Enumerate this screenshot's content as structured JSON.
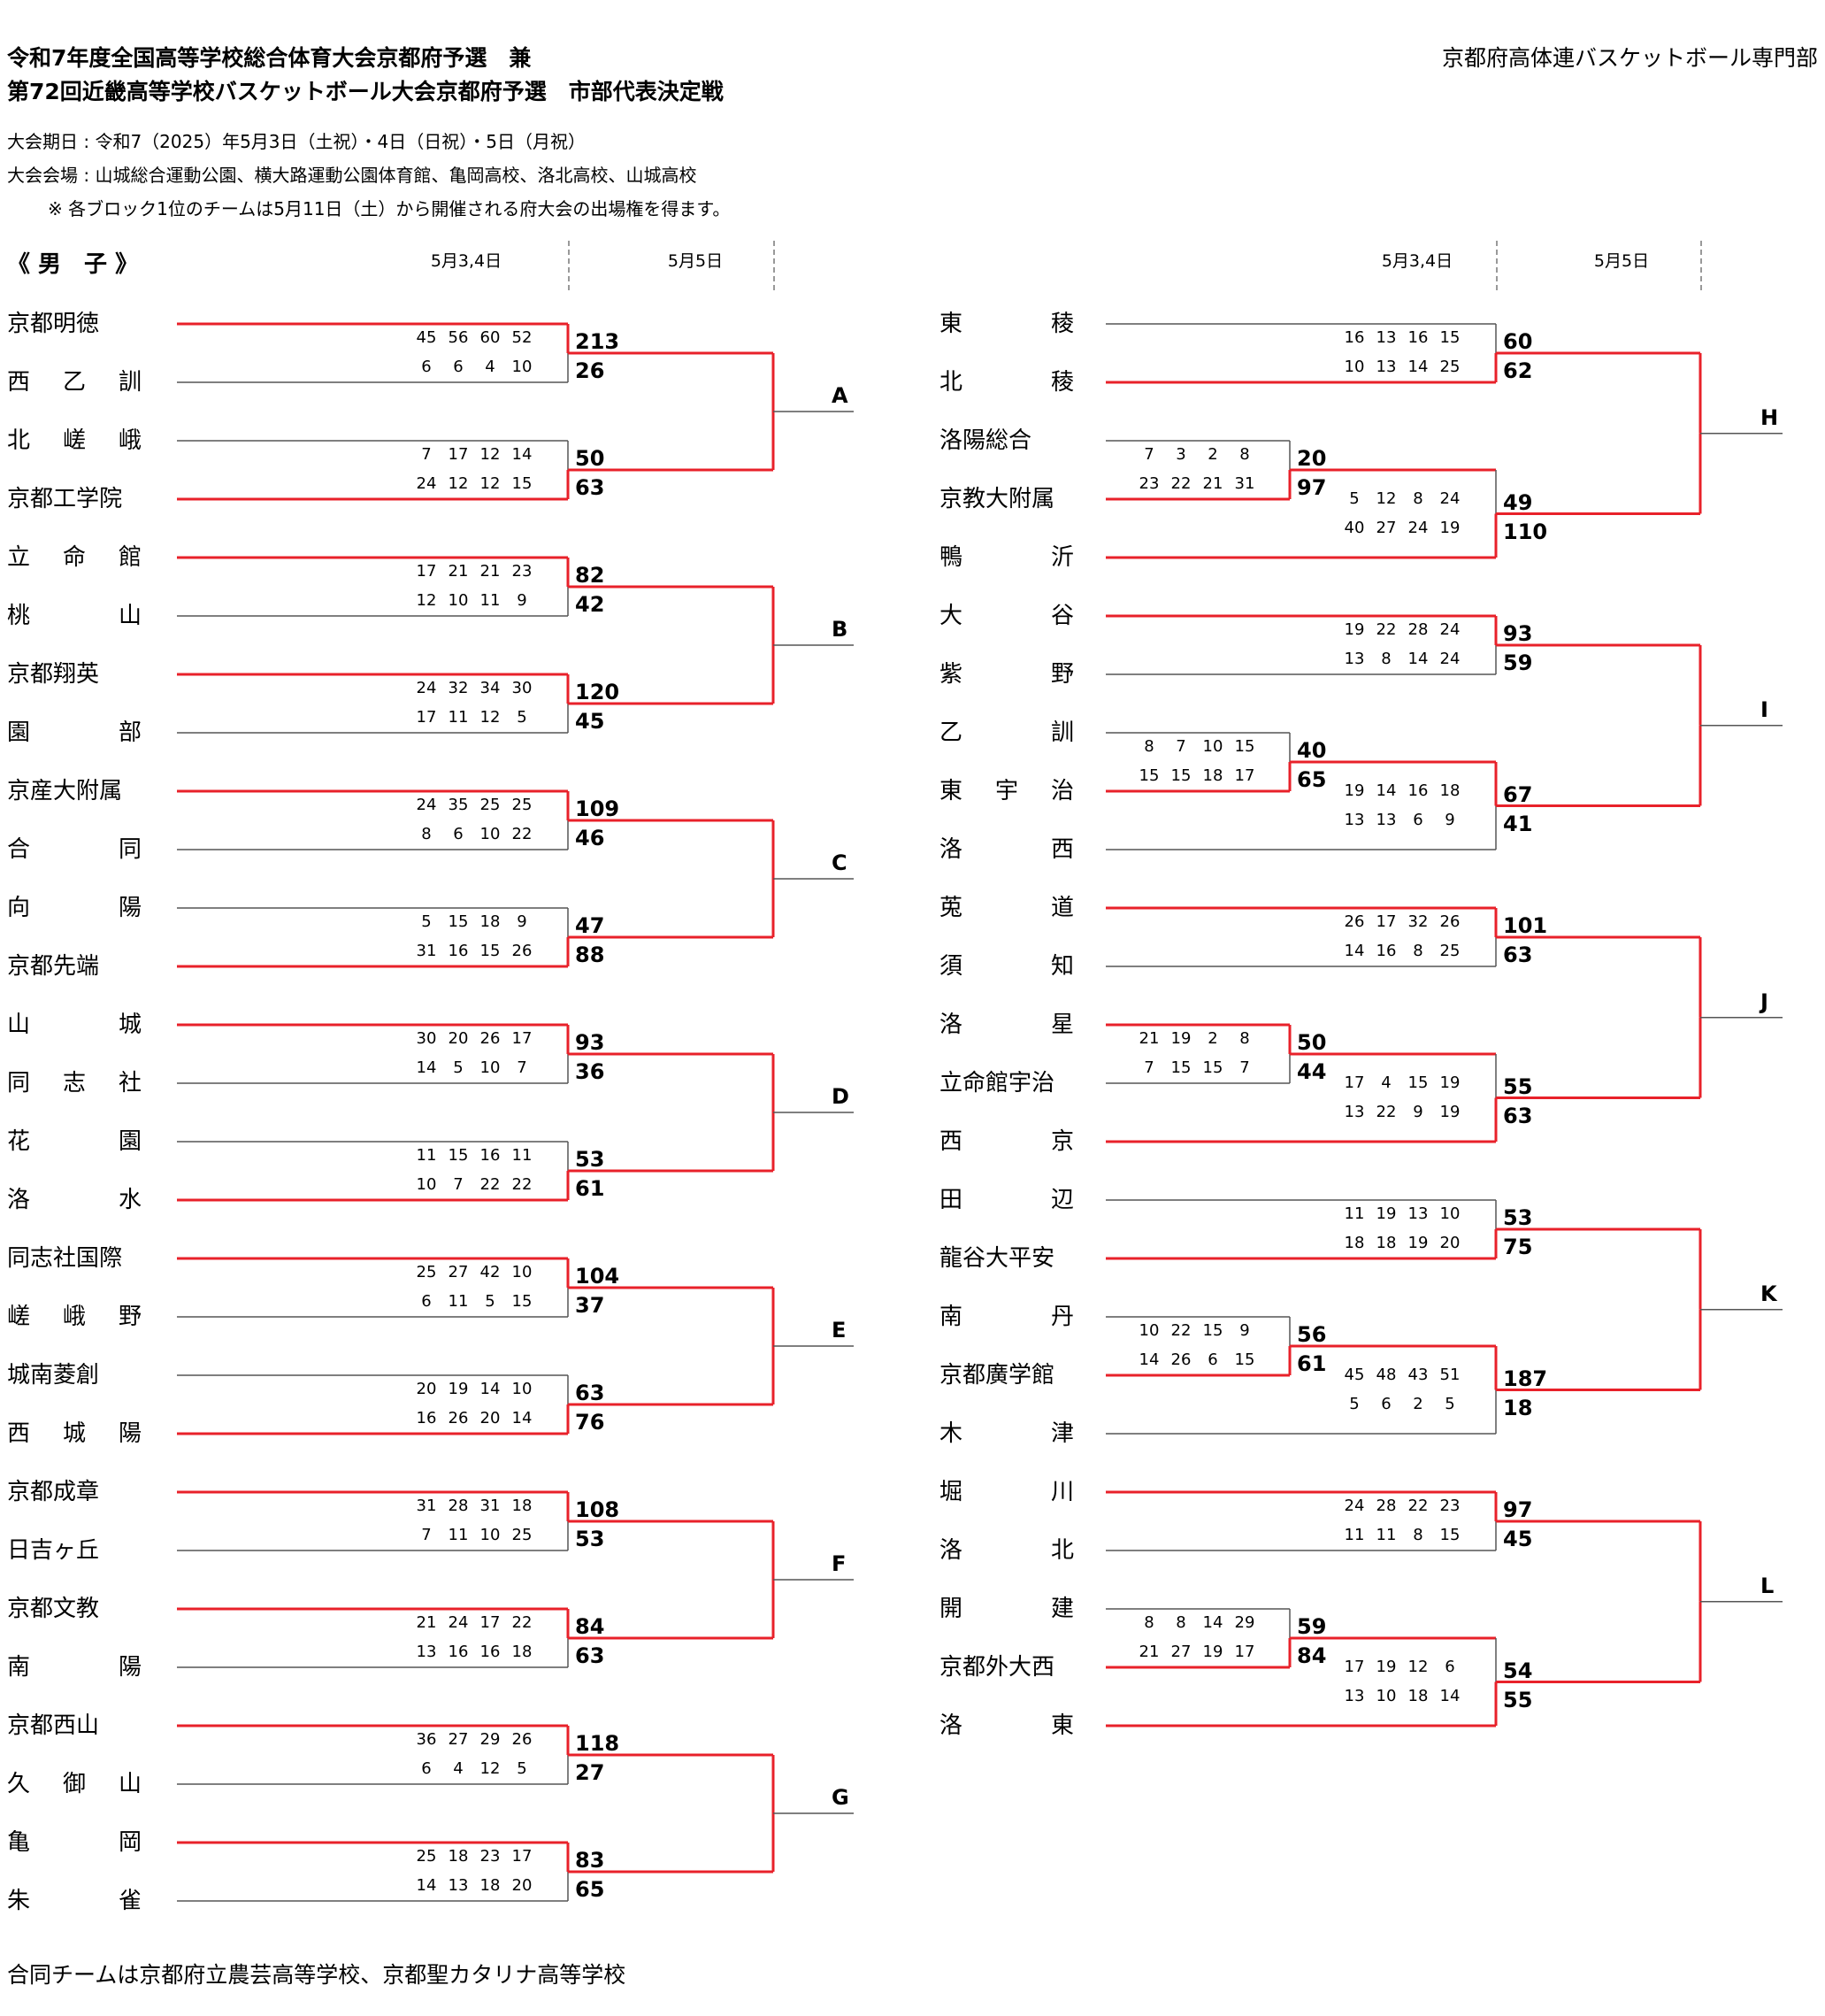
{
  "header": {
    "title1": "令和7年度全国高等学校総合体育大会京都府予選　兼",
    "title2": "第72回近畿高等学校バスケットボール大会京都府予選　市部代表決定戦",
    "org": "京都府高体連バスケットボール専門部",
    "period": "大会期日 : 令和7（2025）年5月3日（土祝）・4日（日祝）・5日（月祝）",
    "venue": "大会会場 : 山城総合運動公園、横大路運動公園体育館、亀岡高校、洛北高校、山城高校",
    "note": "※ 各ブロック1位のチームは5月11日（土）から開催される府大会の出場権を得ます。"
  },
  "section": "《 男　子 》",
  "dates": {
    "d1": "5月3,4日",
    "d2": "5月5日"
  },
  "footer": "合同チームは京都府立農芸高等学校、京都聖カタリナ高等学校",
  "left_teams": [
    "京都明徳",
    "西乙訓",
    "北嵯峨",
    "京都工学院",
    "立命館",
    "桃山",
    "京都翔英",
    "園部",
    "京産大附属",
    "合同",
    "向陽",
    "京都先端",
    "山城",
    "同志社",
    "花園",
    "洛水",
    "同志社国際",
    "嵯峨野",
    "城南菱創",
    "西城陽",
    "京都成章",
    "日吉ヶ丘",
    "京都文教",
    "南陽",
    "京都西山",
    "久御山",
    "亀岡",
    "朱雀"
  ],
  "right_teams": [
    "東稜",
    "北稜",
    "洛陽総合",
    "京教大附属",
    "鴨沂",
    "大谷",
    "紫野",
    "乙訓",
    "東宇治",
    "洛西",
    "莵道",
    "須知",
    "洛星",
    "立命館宇治",
    "西京",
    "田辺",
    "龍谷大平安",
    "南丹",
    "京都廣学館",
    "木津",
    "堀川",
    "洛北",
    "開建",
    "京都外大西",
    "洛東"
  ],
  "left_blocks": [
    {
      "label": "A",
      "g1": {
        "q": [
          [
            "45",
            "56",
            "60",
            "52"
          ],
          [
            "6",
            "6",
            "4",
            "10"
          ]
        ],
        "t": [
          "213",
          "26"
        ]
      },
      "g2": {
        "q": [
          [
            "7",
            "17",
            "12",
            "14"
          ],
          [
            "24",
            "12",
            "12",
            "15"
          ]
        ],
        "t": [
          "50",
          "63"
        ]
      }
    },
    {
      "label": "B",
      "g1": {
        "q": [
          [
            "17",
            "21",
            "21",
            "23"
          ],
          [
            "12",
            "10",
            "11",
            "9"
          ]
        ],
        "t": [
          "82",
          "42"
        ]
      },
      "g2": {
        "q": [
          [
            "24",
            "32",
            "34",
            "30"
          ],
          [
            "17",
            "11",
            "12",
            "5"
          ]
        ],
        "t": [
          "120",
          "45"
        ]
      }
    },
    {
      "label": "C",
      "g1": {
        "q": [
          [
            "24",
            "35",
            "25",
            "25"
          ],
          [
            "8",
            "6",
            "10",
            "22"
          ]
        ],
        "t": [
          "109",
          "46"
        ]
      },
      "g2": {
        "q": [
          [
            "5",
            "15",
            "18",
            "9"
          ],
          [
            "31",
            "16",
            "15",
            "26"
          ]
        ],
        "t": [
          "47",
          "88"
        ]
      }
    },
    {
      "label": "D",
      "g1": {
        "q": [
          [
            "30",
            "20",
            "26",
            "17"
          ],
          [
            "14",
            "5",
            "10",
            "7"
          ]
        ],
        "t": [
          "93",
          "36"
        ]
      },
      "g2": {
        "q": [
          [
            "11",
            "15",
            "16",
            "11"
          ],
          [
            "10",
            "7",
            "22",
            "22"
          ]
        ],
        "t": [
          "53",
          "61"
        ]
      }
    },
    {
      "label": "E",
      "g1": {
        "q": [
          [
            "25",
            "27",
            "42",
            "10"
          ],
          [
            "6",
            "11",
            "5",
            "15"
          ]
        ],
        "t": [
          "104",
          "37"
        ]
      },
      "g2": {
        "q": [
          [
            "20",
            "19",
            "14",
            "10"
          ],
          [
            "16",
            "26",
            "20",
            "14"
          ]
        ],
        "t": [
          "63",
          "76"
        ]
      }
    },
    {
      "label": "F",
      "g1": {
        "q": [
          [
            "31",
            "28",
            "31",
            "18"
          ],
          [
            "7",
            "11",
            "10",
            "25"
          ]
        ],
        "t": [
          "108",
          "53"
        ]
      },
      "g2": {
        "q": [
          [
            "21",
            "24",
            "17",
            "22"
          ],
          [
            "13",
            "16",
            "16",
            "18"
          ]
        ],
        "t": [
          "84",
          "63"
        ]
      }
    },
    {
      "label": "G",
      "g1": {
        "q": [
          [
            "36",
            "27",
            "29",
            "26"
          ],
          [
            "6",
            "4",
            "12",
            "5"
          ]
        ],
        "t": [
          "118",
          "27"
        ]
      },
      "g2": {
        "q": [
          [
            "25",
            "18",
            "23",
            "17"
          ],
          [
            "14",
            "13",
            "18",
            "20"
          ]
        ],
        "t": [
          "83",
          "65"
        ]
      }
    }
  ],
  "right_blocks": [
    {
      "label": "H",
      "pre": {
        "q": [
          [
            "7",
            "3",
            "2",
            "8"
          ],
          [
            "23",
            "22",
            "21",
            "31"
          ]
        ],
        "t": [
          "20",
          "97"
        ]
      },
      "g1": {
        "q": [
          [
            "16",
            "13",
            "16",
            "15"
          ],
          [
            "10",
            "13",
            "14",
            "25"
          ]
        ],
        "t": [
          "60",
          "62"
        ]
      },
      "g2": {
        "q": [
          [
            "5",
            "12",
            "8",
            "24"
          ],
          [
            "40",
            "27",
            "24",
            "19"
          ]
        ],
        "t": [
          "49",
          "110"
        ]
      }
    },
    {
      "label": "I",
      "pre": {
        "q": [
          [
            "8",
            "7",
            "10",
            "15"
          ],
          [
            "15",
            "15",
            "18",
            "17"
          ]
        ],
        "t": [
          "40",
          "65"
        ]
      },
      "g1": {
        "q": [
          [
            "19",
            "22",
            "28",
            "24"
          ],
          [
            "13",
            "8",
            "14",
            "24"
          ]
        ],
        "t": [
          "93",
          "59"
        ]
      },
      "g2": {
        "q": [
          [
            "19",
            "14",
            "16",
            "18"
          ],
          [
            "13",
            "13",
            "6",
            "9"
          ]
        ],
        "t": [
          "67",
          "41"
        ]
      }
    },
    {
      "label": "J",
      "pre": {
        "q": [
          [
            "21",
            "19",
            "2",
            "8"
          ],
          [
            "7",
            "15",
            "15",
            "7"
          ]
        ],
        "t": [
          "50",
          "44"
        ]
      },
      "g1": {
        "q": [
          [
            "26",
            "17",
            "32",
            "26"
          ],
          [
            "14",
            "16",
            "8",
            "25"
          ]
        ],
        "t": [
          "101",
          "63"
        ]
      },
      "g2": {
        "q": [
          [
            "17",
            "4",
            "15",
            "19"
          ],
          [
            "13",
            "22",
            "9",
            "19"
          ]
        ],
        "t": [
          "55",
          "63"
        ]
      }
    },
    {
      "label": "K",
      "pre": {
        "q": [
          [
            "10",
            "22",
            "15",
            "9"
          ],
          [
            "14",
            "26",
            "6",
            "15"
          ]
        ],
        "t": [
          "56",
          "61"
        ]
      },
      "g1": {
        "q": [
          [
            "11",
            "19",
            "13",
            "10"
          ],
          [
            "18",
            "18",
            "19",
            "20"
          ]
        ],
        "t": [
          "53",
          "75"
        ]
      },
      "g2": {
        "q": [
          [
            "45",
            "48",
            "43",
            "51"
          ],
          [
            "5",
            "6",
            "2",
            "5"
          ]
        ],
        "t": [
          "187",
          "18"
        ]
      }
    },
    {
      "label": "L",
      "pre": {
        "q": [
          [
            "8",
            "8",
            "14",
            "29"
          ],
          [
            "21",
            "27",
            "19",
            "17"
          ]
        ],
        "t": [
          "59",
          "84"
        ]
      },
      "g1": {
        "q": [
          [
            "24",
            "28",
            "22",
            "23"
          ],
          [
            "11",
            "11",
            "8",
            "15"
          ]
        ],
        "t": [
          "97",
          "45"
        ]
      },
      "g2": {
        "q": [
          [
            "17",
            "19",
            "12",
            "6"
          ],
          [
            "13",
            "10",
            "18",
            "14"
          ]
        ],
        "t": [
          "54",
          "55"
        ]
      }
    }
  ],
  "colors": {
    "win_line": "#e8212a",
    "line": "#555555",
    "dash": "#999999"
  }
}
